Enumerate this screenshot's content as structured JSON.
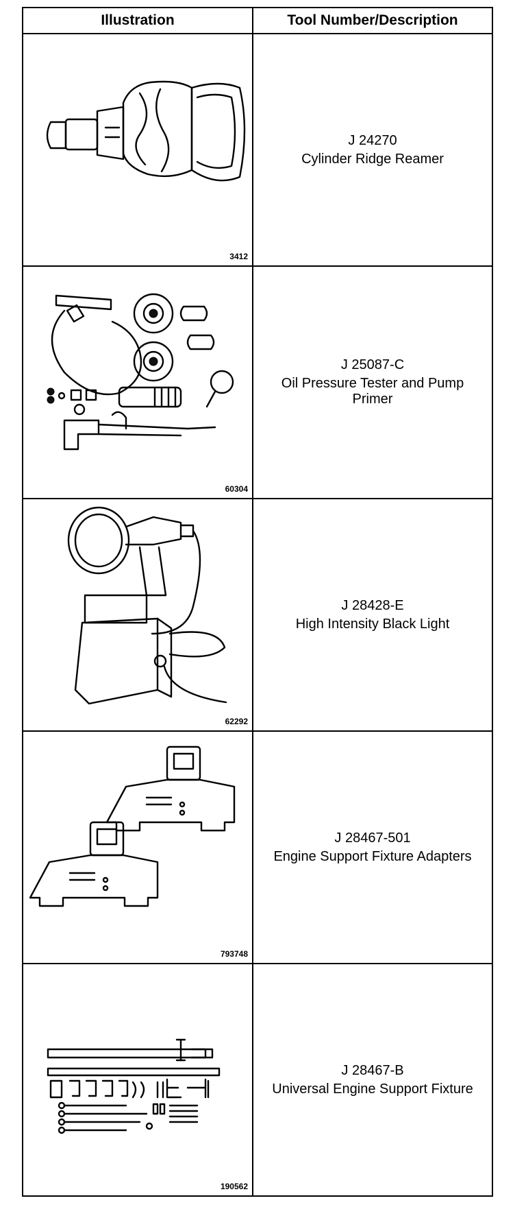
{
  "table": {
    "headers": {
      "illustration": "Illustration",
      "tool": "Tool Number/Description"
    },
    "rows": [
      {
        "figure": "3412",
        "tool_number": "J 24270",
        "description": "Cylinder Ridge Reamer",
        "icon": "cylinder-ridge-reamer-illustration"
      },
      {
        "figure": "60304",
        "tool_number": "J 25087-C",
        "description": "Oil Pressure Tester and Pump Primer",
        "icon": "oil-pressure-tester-illustration"
      },
      {
        "figure": "62292",
        "tool_number": "J 28428-E",
        "description": "High Intensity Black Light",
        "icon": "black-light-illustration"
      },
      {
        "figure": "793748",
        "tool_number": "J 28467-501",
        "description": "Engine Support Fixture Adapters",
        "icon": "support-fixture-adapters-illustration"
      },
      {
        "figure": "190562",
        "tool_number": "J 28467-B",
        "description": "Universal Engine Support Fixture",
        "icon": "universal-support-fixture-illustration"
      }
    ]
  }
}
